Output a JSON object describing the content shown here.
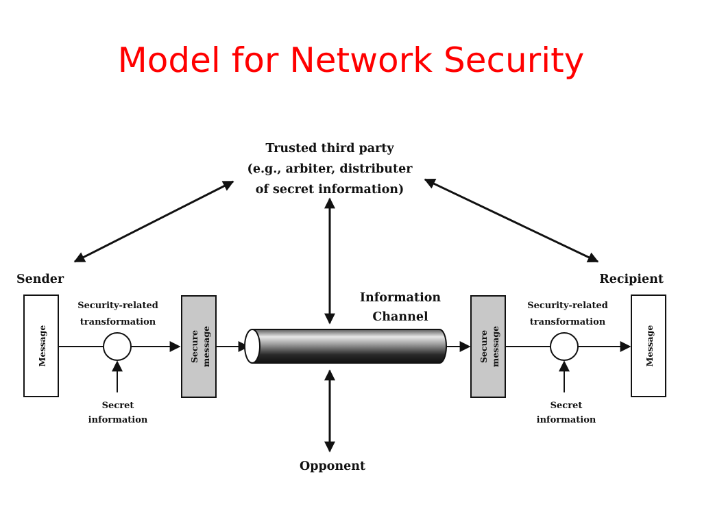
{
  "title": "Model for Network Security",
  "colors": {
    "title": "#ff0000",
    "line": "#111111",
    "secure_box_fill": "#c8c8c8"
  },
  "diagram": {
    "trusted_third_party": [
      "Trusted third party",
      "(e.g., arbiter, distributer",
      "of secret information)"
    ],
    "sender_label": "Sender",
    "recipient_label": "Recipient",
    "sender_message": "Message",
    "recipient_message": "Message",
    "sender_secure_message": [
      "Secure",
      "message"
    ],
    "recipient_secure_message": [
      "Secure",
      "message"
    ],
    "sender_transformation": [
      "Security-related",
      "transformation"
    ],
    "recipient_transformation": [
      "Security-related",
      "transformation"
    ],
    "sender_secret_info": [
      "Secret",
      "information"
    ],
    "recipient_secret_info": [
      "Secret",
      "information"
    ],
    "channel_label": [
      "Information",
      "Channel"
    ],
    "opponent_label": "Opponent"
  }
}
